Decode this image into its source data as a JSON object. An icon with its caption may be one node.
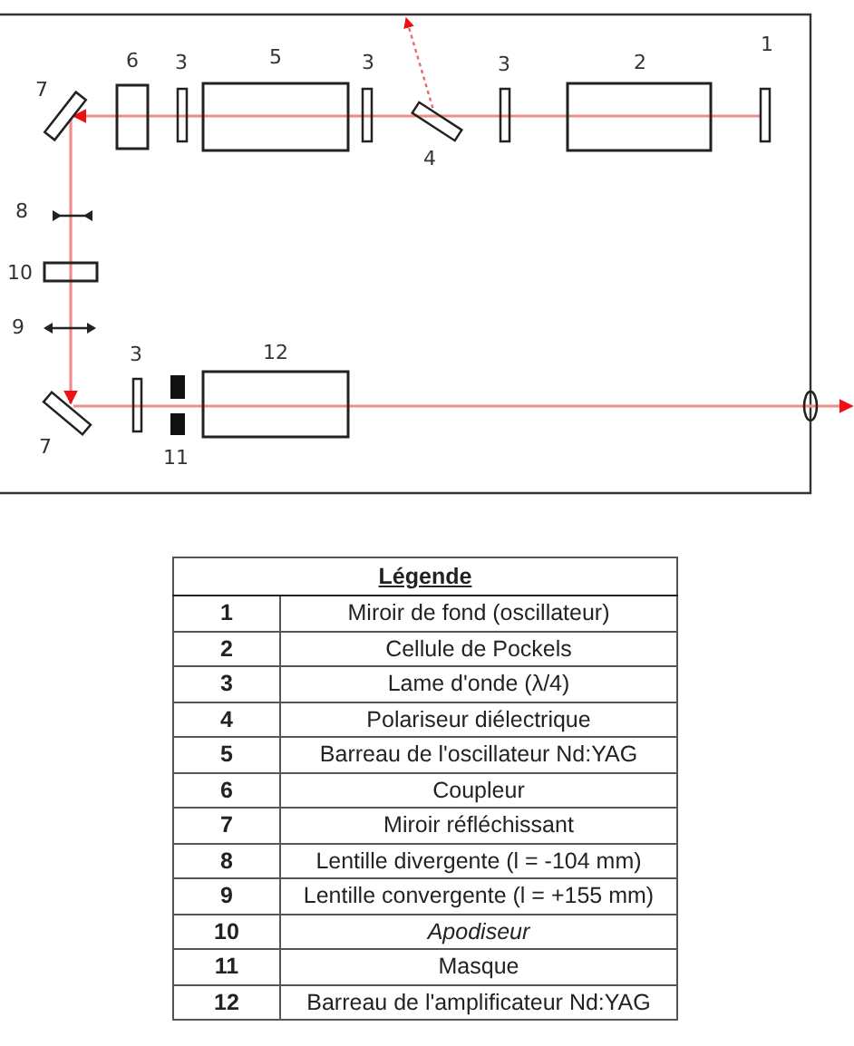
{
  "diagram": {
    "nodes": [
      {
        "text": [],
        "shape": "bar",
        "beside": [
          "7"
        ]
      },
      {
        "text": [],
        "shape": "box",
        "beside": [
          "6"
        ]
      },
      {
        "text": [],
        "shape": "bar",
        "beside": [
          "3"
        ]
      },
      {
        "text": [],
        "shape": "box",
        "beside": [
          "5"
        ]
      },
      {
        "text": [],
        "shape": "bar",
        "beside": [
          "3"
        ]
      },
      {
        "text": [],
        "shape": "bar",
        "beside": [
          "4"
        ]
      },
      {
        "text": [],
        "shape": "bar",
        "beside": [
          "3"
        ]
      },
      {
        "text": [],
        "shape": "box",
        "beside": [
          "2"
        ]
      },
      {
        "text": [],
        "shape": "bar",
        "beside": [
          "1"
        ]
      },
      {
        "text": [],
        "shape": "box",
        "beside": [
          "10"
        ]
      },
      {
        "text": [],
        "shape": "bar",
        "beside": [
          "7"
        ]
      },
      {
        "text": [],
        "shape": "bar",
        "beside": [
          "3"
        ]
      },
      {
        "text": [],
        "shape": "box"
      },
      {
        "text": [],
        "shape": "box",
        "beside": [
          "11"
        ]
      },
      {
        "text": [],
        "shape": "box",
        "beside": [
          "12"
        ]
      },
      {
        "text": [],
        "shape": "ellipse"
      }
    ],
    "edges": [
      {
        "from": 8,
        "to": 7,
        "arrow": "none"
      },
      {
        "from": 7,
        "to": 6,
        "arrow": "none"
      },
      {
        "from": 6,
        "to": 5,
        "arrow": "none"
      },
      {
        "from": 5,
        "to": 4,
        "arrow": "none"
      },
      {
        "from": 4,
        "to": 3,
        "arrow": "none"
      },
      {
        "from": 3,
        "to": 2,
        "arrow": "none"
      },
      {
        "from": 2,
        "to": 1,
        "arrow": "none"
      },
      {
        "from": 1,
        "to": 0,
        "arrow": "to"
      },
      {
        "from": 0,
        "to": 9,
        "arrow": "none"
      },
      {
        "from": 9,
        "to": 10,
        "arrow": "to"
      },
      {
        "from": 10,
        "to": 11,
        "arrow": "none"
      },
      {
        "from": 11,
        "to": 14,
        "arrow": "none"
      },
      {
        "from": 14,
        "to": 15,
        "arrow": "none"
      },
      {
        "from": 15,
        "to": null,
        "arrow": "to"
      },
      {
        "from": 5,
        "to": null,
        "arrow": "to",
        "style": "dashed"
      }
    ],
    "labels": [
      "8",
      "9",
      "Légende",
      "1",
      "Miroir de fond (oscillateur)",
      "2",
      "Cellule de Pockels",
      "3",
      "Lame d'onde (λ/4)",
      "4",
      "Polariseur diélectrique",
      "5",
      "Barreau de l'oscillateur Nd:YAG",
      "6",
      "Coupleur",
      "7",
      "Miroir réfléchissant",
      "8",
      "Lentille divergente (l = -104 mm)",
      "9",
      "Lentille convergente (l = +155 mm)",
      "10",
      "Apodiseur",
      "11",
      "Masque",
      "12",
      "Barreau de l'amplificateur Nd:YAG"
    ]
  }
}
